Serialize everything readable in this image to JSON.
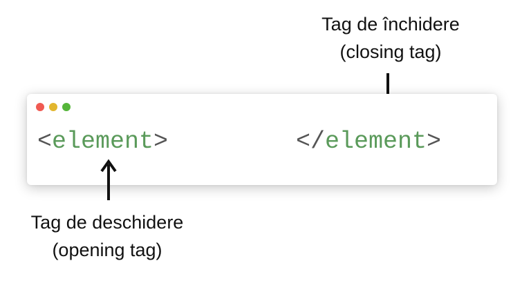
{
  "closing_label": {
    "line1": "Tag de închidere",
    "line2": "(closing tag)"
  },
  "opening_label": {
    "line1": "Tag de deschidere",
    "line2": "(opening tag)"
  },
  "code_window": {
    "opening_tag": {
      "open_bracket": "<",
      "name": "element",
      "close_bracket": ">"
    },
    "closing_tag": {
      "open_bracket": "</",
      "name": "element",
      "close_bracket": ">"
    }
  },
  "colors": {
    "bracket": "#555555",
    "tag_name": "#5a9a5a",
    "dot_red": "#f05a52",
    "dot_yellow": "#e2b62e",
    "dot_green": "#55b53a",
    "arrow": "#111111"
  }
}
